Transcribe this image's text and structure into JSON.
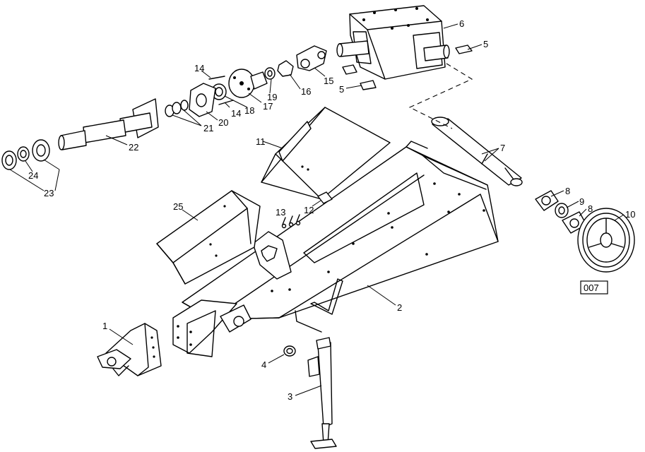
{
  "diagram": {
    "code": "007",
    "callouts": [
      {
        "id": "c1",
        "label": "1"
      },
      {
        "id": "c2",
        "label": "2"
      },
      {
        "id": "c3",
        "label": "3"
      },
      {
        "id": "c4",
        "label": "4"
      },
      {
        "id": "c5a",
        "label": "5"
      },
      {
        "id": "c5b",
        "label": "5"
      },
      {
        "id": "c6",
        "label": "6"
      },
      {
        "id": "c7",
        "label": "7"
      },
      {
        "id": "c8a",
        "label": "8"
      },
      {
        "id": "c8b",
        "label": "8"
      },
      {
        "id": "c9",
        "label": "9"
      },
      {
        "id": "c10",
        "label": "10"
      },
      {
        "id": "c11",
        "label": "11"
      },
      {
        "id": "c12",
        "label": "12"
      },
      {
        "id": "c13",
        "label": "13"
      },
      {
        "id": "c14a",
        "label": "14"
      },
      {
        "id": "c14b",
        "label": "14"
      },
      {
        "id": "c15",
        "label": "15"
      },
      {
        "id": "c16",
        "label": "16"
      },
      {
        "id": "c17",
        "label": "17"
      },
      {
        "id": "c18",
        "label": "18"
      },
      {
        "id": "c19",
        "label": "19"
      },
      {
        "id": "c20",
        "label": "20"
      },
      {
        "id": "c21",
        "label": "21"
      },
      {
        "id": "c22",
        "label": "22"
      },
      {
        "id": "c23",
        "label": "23"
      },
      {
        "id": "c24",
        "label": "24"
      },
      {
        "id": "c25",
        "label": "25"
      }
    ]
  }
}
